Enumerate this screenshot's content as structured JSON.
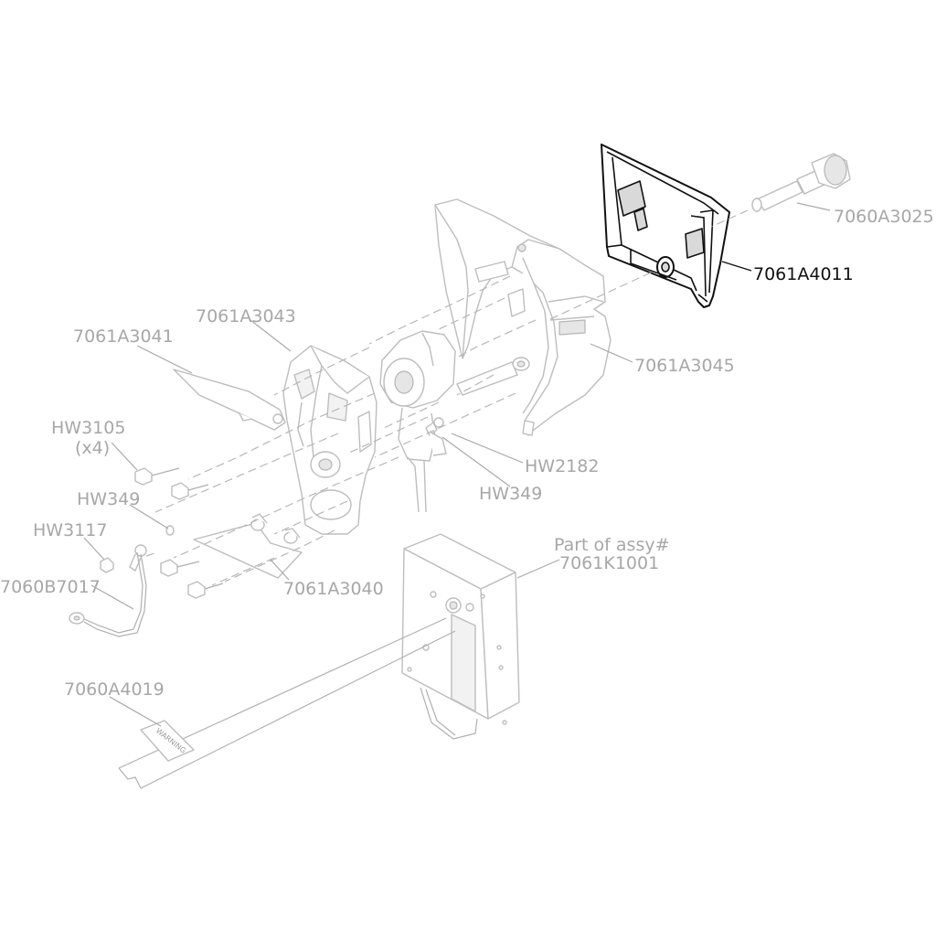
{
  "labels": {
    "p7060A3025": "7060A3025",
    "p7061A4011": "7061A4011",
    "p7061A3043": "7061A3043",
    "p7061A3041": "7061A3041",
    "p7061A3045": "7061A3045",
    "hw3105": "HW3105",
    "hw3105_qty": "(x4)",
    "hw349_left": "HW349",
    "hw3117": "HW3117",
    "p7060B7017": "7060B7017",
    "hw2182": "HW2182",
    "hw349_right": "HW349",
    "assy_line1": "Part of assy#",
    "assy_line2": "7061K1001",
    "p7061A3040": "7061A3040",
    "p7060A4019": "7060A4019",
    "warning_tag": "WARNING"
  },
  "colors": {
    "highlight": "#111111",
    "ghost_text": "#a7a7a7",
    "ghost_line": "#bdbdbd"
  }
}
